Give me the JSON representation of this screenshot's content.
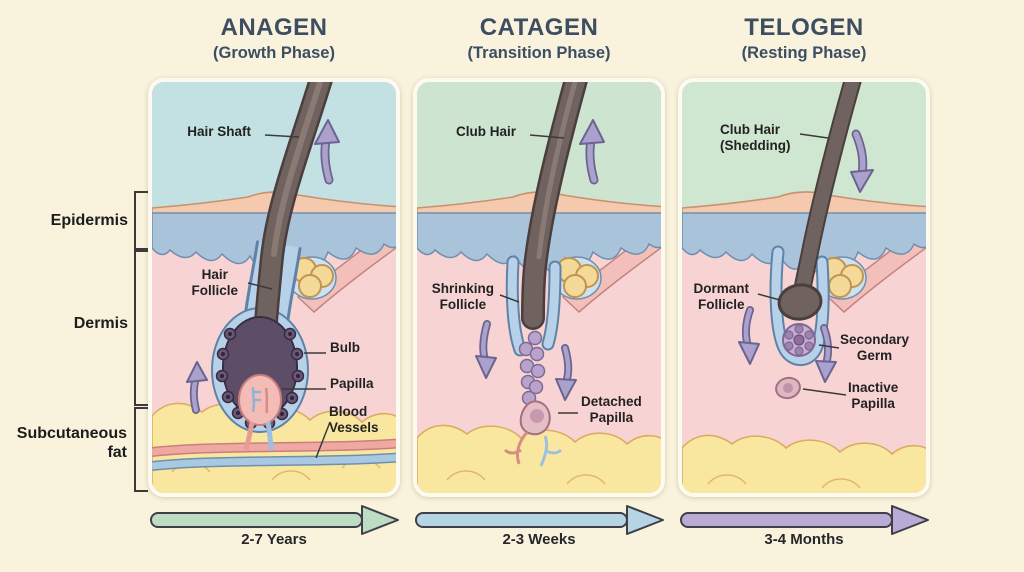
{
  "page": {
    "background": "#f9f2dc"
  },
  "side_labels": {
    "epidermis": "Epidermis",
    "dermis": "Dermis",
    "subcutaneous_fat": "Subcutaneous\nfat"
  },
  "colors": {
    "anagen_sky": "#c3e0e3",
    "catagen_sky": "#cde5d0",
    "telogen_sky": "#cfe6d1",
    "timeline_green": "#bcdcc4",
    "timeline_blue": "#b5d4e4",
    "timeline_purple": "#b9abd6",
    "title_color": "#3d4e63",
    "dermis_pink": "#f7d4d3",
    "fat_yellow": "#f9e7a0",
    "epidermis_blue": "#a9c3da",
    "surface_salmon": "#f4c9ad",
    "hair_dark": "#6f625f",
    "arrow_purple": "#aaa2cd"
  },
  "panels": [
    {
      "title": "ANAGEN",
      "subtitle": "(Growth Phase)",
      "duration": "2-7 Years",
      "labels": {
        "hair_shaft": "Hair Shaft",
        "hair_follicle": "Hair\nFollicle",
        "bulb": "Bulb",
        "papilla": "Papilla",
        "blood_vessels": "Blood\nVessels"
      }
    },
    {
      "title": "CATAGEN",
      "subtitle": "(Transition Phase)",
      "duration": "2-3 Weeks",
      "labels": {
        "club_hair": "Club Hair",
        "shrinking_follicle": "Shrinking\nFollicle",
        "detached_papilla": "Detached\nPapilla"
      }
    },
    {
      "title": "TELOGEN",
      "subtitle": "(Resting Phase)",
      "duration": "3-4 Months",
      "labels": {
        "club_hair_shedding": "Club Hair\n(Shedding)",
        "dormant_follicle": "Dormant\nFollicle",
        "secondary_germ": "Secondary\nGerm",
        "inactive_papilla": "Inactive\nPapilla"
      }
    }
  ]
}
